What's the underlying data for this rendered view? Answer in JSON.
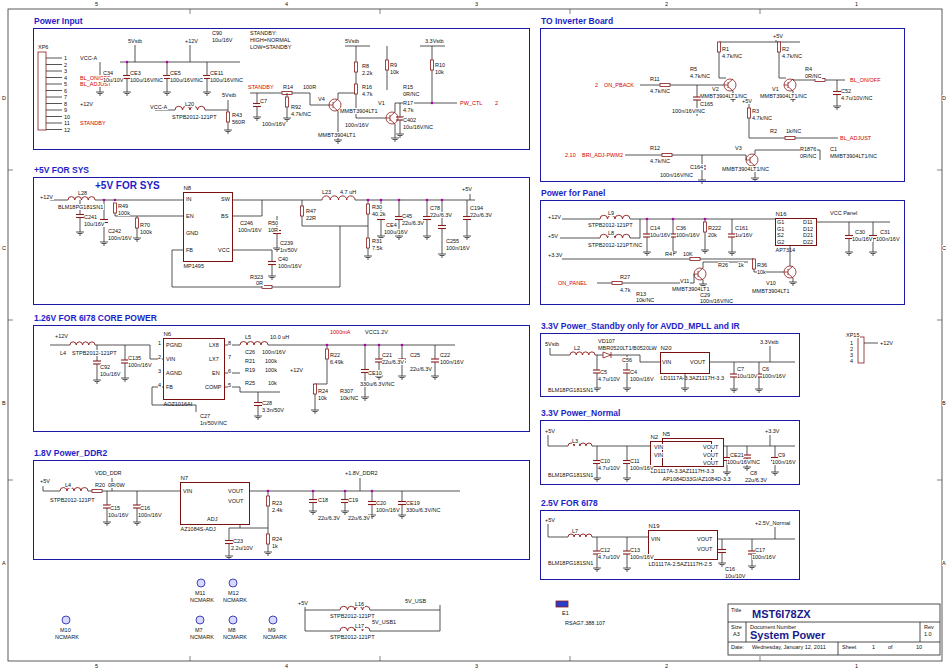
{
  "diagram": {
    "nodes": [
      {
        "text": [
          "Power Input"
        ]
      },
      {
        "text": [
          "TO Inverter Board"
        ]
      },
      {
        "text": [
          "+5V FOR SYS"
        ]
      },
      {
        "text": [
          "Power for Panel"
        ]
      },
      {
        "text": [
          "1.26V FOR 6I78 CORE POWER"
        ]
      },
      {
        "text": [
          "3.3V Power_Standby only for AVDD_MPLL and IR"
        ]
      },
      {
        "text": [
          "3.3V Power_Normal"
        ]
      },
      {
        "text": [
          "1.8V Power_DDR2"
        ]
      },
      {
        "text": [
          "2.5V FOR 6I78"
        ]
      },
      {
        "text": [
          "N8",
          "MP1495"
        ],
        "in": 2
      },
      {
        "text": [
          "N6",
          "AOZ1016AI"
        ],
        "in": 4
      },
      {
        "text": [
          "N7",
          "AZ1084S-ADJ"
        ],
        "in": 7
      },
      {
        "text": [
          "N16",
          "AP7314"
        ],
        "in": 3
      },
      {
        "text": [
          "N20",
          "LD1117A-3.3AZ1117H-3.3"
        ],
        "in": 5
      },
      {
        "text": [
          "N2",
          "LD1117A-3.3AZ1117H-3.3"
        ],
        "in": 6
      },
      {
        "text": [
          "N5",
          "AP1084D33G/AZ1084D-3.3"
        ],
        "in": 6
      },
      {
        "text": [
          "N19",
          "LD1117A-2.5AZ1117H-2.5"
        ],
        "in": 8
      }
    ],
    "labels": [
      "5",
      "4",
      "3",
      "2",
      "1",
      "5",
      "4",
      "3",
      "2",
      "1",
      "D",
      "C",
      "B",
      "A",
      "D",
      "C",
      "B",
      "A",
      "XP6",
      "1",
      "2",
      "3",
      "4",
      "5",
      "6",
      "7",
      "8",
      "9",
      "10",
      "11",
      "12",
      "VCC-A",
      "BL_ON/OFF",
      "BL_ADJUST",
      "+12V",
      "STANDBY",
      "5Vstb",
      "+12V",
      "C34",
      "10u/10V",
      "CE3",
      "100u/16V/NC",
      "CE5",
      "100u/16V/NC",
      "CE11",
      "100u/16V/NC",
      "C90",
      "10u/16V",
      "STANDBY:",
      "HIGH=NORMAL",
      "LOW=STANDBY",
      "VCC-A",
      "L20",
      "STPB2012-121PT",
      "5Vstb",
      "R43",
      "560R",
      "STANDBY",
      "C7",
      "100n/16V",
      "R14",
      "100R",
      "R92",
      "4.7k/NC",
      "V4",
      "MMBT3904LT1",
      "5Vstb",
      "R8",
      "2.2k",
      "R16",
      "4.7k",
      "V1",
      "MMBT3904LT1",
      "100n/16V",
      "R9",
      "10k",
      "3.3Vstb",
      "R10",
      "10k",
      "R15",
      "0R/NC",
      "R17",
      "4.7k",
      "C402",
      "10u/16V/NC",
      "PW_CTL",
      "2",
      "+5V",
      "R1",
      "4.7k/NC",
      "R2",
      "4.7k/NC",
      "R5",
      "4.7k/NC",
      "R4",
      "0R/NC",
      "BL_ON/OFF",
      "2",
      "ON_PBACK",
      "R11",
      "4.7k/NC",
      "V2",
      "MMBT3904LT1/NC",
      "V1",
      "MMBT3904LT1/NC",
      "C165",
      "100n/16V/NC",
      "C52",
      "4.7u/10V/NC",
      "+5V",
      "R3",
      "4.7k/NC",
      "R2",
      "1k/NC",
      "BL_ADJUST",
      "2,10",
      "BRI_ADJ-PWM2",
      "R12",
      "4.7k/NC",
      "V3",
      "MMBT3904LT1/NC",
      "R1876",
      "0R/NC",
      "C1",
      "MMBT3904LT1/NC",
      "C164",
      "100n/16V/NC",
      "+5V FOR SYS",
      "+12V",
      "L28",
      "BLM18PG181SN1",
      "C241",
      "10u/16V",
      "R49",
      "100k",
      "C242",
      "100n/16V",
      "R70",
      "100k",
      "IN",
      "EN",
      "GND",
      "FB",
      "SW",
      "BS",
      "VCC",
      "C246",
      "100n/16V",
      "R50",
      "10R",
      "C239",
      "1n/50V",
      "R47",
      "22R",
      "C40",
      "100n/16V",
      "R323",
      "0R",
      "L23",
      "4.7 uH",
      "R30",
      "40.2k",
      "R31",
      "7.5k",
      "CE4",
      "100u/16V",
      "C45",
      "22u/6.3V",
      "C78",
      "22u/6.3V",
      "C255",
      "100n/16V",
      "+5V",
      "C194",
      "22u/6.3V",
      "+12V",
      "L9",
      "STPB2012-121PT",
      "+5V",
      "L8",
      "STPB2012-121PT/NC",
      "C14",
      "10u/16V",
      "C36",
      "100n/16V",
      "R222",
      "20k",
      "C161",
      "1u/16V",
      "VCC Panel",
      "G1",
      "G1",
      "S2",
      "G2",
      "D11",
      "D12",
      "D21",
      "D22",
      "C30",
      "10u/16V",
      "C31",
      "100n/16V",
      "+3.3V",
      "R4",
      "10K",
      "R26",
      "1k",
      "R36",
      "10k",
      "V11",
      "MMBT3904LT1",
      "V10",
      "MMBT3904LT1",
      "ON_PANEL",
      "R27",
      "4.7k",
      "R13",
      "10k/NC",
      "C29",
      "100n/16V/NC",
      "+12V",
      "L4",
      "STPB2012-121PT",
      "C92",
      "10u/16V",
      "C135",
      "100n/16V",
      "PGND",
      "VIN",
      "AGND",
      "FB",
      "LX8",
      "LX7",
      "EN",
      "COMP",
      "1",
      "2",
      "3",
      "4",
      "8",
      "7",
      "6",
      "5",
      "L5",
      "10.0 uH",
      "C26",
      "100n/16V",
      "R21",
      "100k",
      "R19",
      "100k",
      "+12V",
      "R25",
      "10k",
      "C27",
      "1n/50V/NC",
      "C28",
      "3.3n/50V",
      "1000mA",
      "VCC1.2V",
      "R22",
      "6.49k",
      "R24",
      "10k",
      "R307",
      "10k/NC",
      "CE10",
      "330u/6.3V/NC",
      "C21",
      "22u/6.3V",
      "C25",
      "22u/6.3V",
      "C22",
      "100n/16V",
      "5Vstb",
      "L2",
      "BLM18PG181SN1",
      "VD107",
      "MBR0520LT1/B0520LW",
      "C56",
      "C5",
      "4.7u/10V",
      "C4",
      "100n/16V",
      "VIN",
      "VOUT",
      "3.3Vstb",
      "C7",
      "10u/10V",
      "C6",
      "100n/16V",
      "XP15",
      "1",
      "2",
      "3",
      "4",
      "+12V",
      "+5V",
      "L3",
      "BLM18PG181SN1",
      "C10",
      "4.7u/10V",
      "C11",
      "100n/16V",
      "VIN",
      "VIN",
      "VOUT",
      "VOUT",
      "VOUT",
      "+3.3V",
      "CE21",
      "100u/16V/NC",
      "C8",
      "22u/6.3V",
      "C9",
      "100n/16V",
      "+5V",
      "L7",
      "BLM18PG181SN1",
      "C12",
      "4.7u/10V",
      "C13",
      "100n/16V",
      "VIN",
      "VOUT",
      "VOUT",
      "+2.5V_Normal",
      "C17",
      "100n/16V",
      "C16",
      "10u/10V",
      "+5V",
      "VDD_DDR",
      "L4",
      "R20",
      "0R/0W",
      "STPB2012-121PT",
      "C15",
      "10u/16V",
      "C16",
      "100n/16V",
      "VIN",
      "VOUT",
      "VOUT",
      "ADJ",
      "R23",
      "2.4k",
      "C23",
      "2.2u/10V",
      "R24",
      "1k",
      "+1.8V_DDR2",
      "C18",
      "22u/6.3V",
      "C19",
      "22u/6.3V",
      "C20",
      "100n/16V",
      "CE19",
      "330u/6.3V/NC",
      "M11",
      "NCMARK",
      "M12",
      "NCMARK",
      "M10",
      "NCMARK",
      "M7",
      "NCMARK",
      "M8",
      "NCMARK",
      "M9",
      "NCMARK",
      "+5V",
      "L16",
      "STPB2012-121PT",
      "5V_USB",
      "5V_USB1",
      "L17",
      "STPB2012-121PT",
      "E1",
      "RSAG7.388.107",
      "Title",
      "MST6I78ZX",
      "Size",
      "A3",
      "Document Number",
      "System Power",
      "Rev",
      "1.0",
      "Date:",
      "Wednesday, January 12, 2011",
      "Sheet",
      "1",
      "of",
      "10"
    ]
  }
}
